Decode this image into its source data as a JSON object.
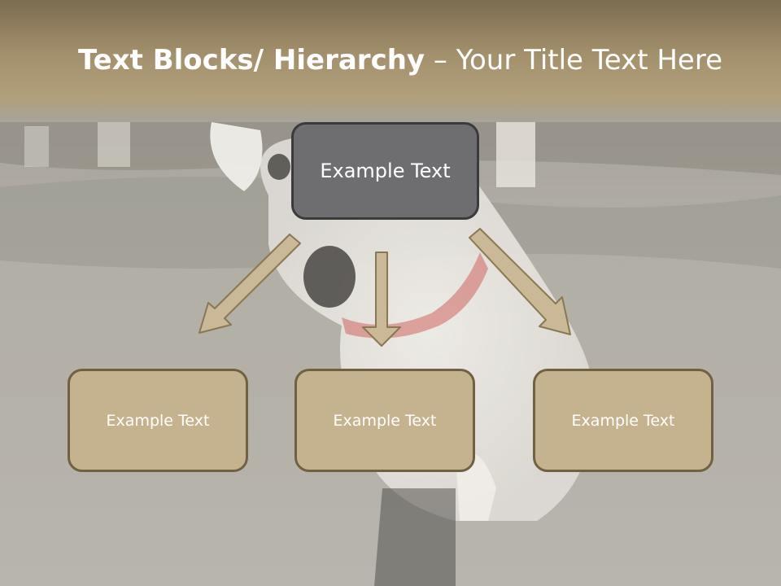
{
  "slide": {
    "title_bold": "Text Blocks/ Hierarchy",
    "title_rest": " – Your Title Text Here"
  },
  "diagram": {
    "top_box": {
      "label": "Example Text"
    },
    "children": [
      {
        "label": "Example Text"
      },
      {
        "label": "Example Text"
      },
      {
        "label": "Example Text"
      }
    ]
  },
  "colors": {
    "header": "#a3906c",
    "top_box_fill": "#6e6e70",
    "top_box_border": "#3b3b3d",
    "child_box_fill": "#c5b390",
    "child_box_border": "#6f6142",
    "arrow_fill": "#cbb896",
    "arrow_stroke": "#8a7754"
  }
}
